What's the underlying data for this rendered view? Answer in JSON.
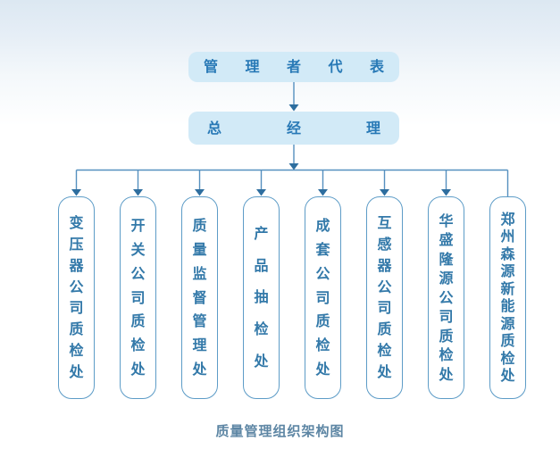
{
  "org_chart": {
    "root": "管理者代表",
    "manager": "总经理",
    "departments": [
      "变压器公司质检处",
      "开关公司质检处",
      "质量监督管理处",
      "产品抽检处",
      "成套公司质检处",
      "互感器公司质检处",
      "华盛隆源公司质检处",
      "郑州森源新能源质检处"
    ],
    "caption": "质量管理组织架构图",
    "colors": {
      "background_top": "#dce8f2",
      "background_bottom": "#ffffff",
      "node_fill": "#d2eaf7",
      "node_text": "#2879b6",
      "dept_border": "#5d9cc7",
      "dept_text": "#3379a9",
      "connector_line": "#5590bf",
      "arrowhead": "#2e6e9f",
      "caption_text": "#5d86a4"
    }
  }
}
